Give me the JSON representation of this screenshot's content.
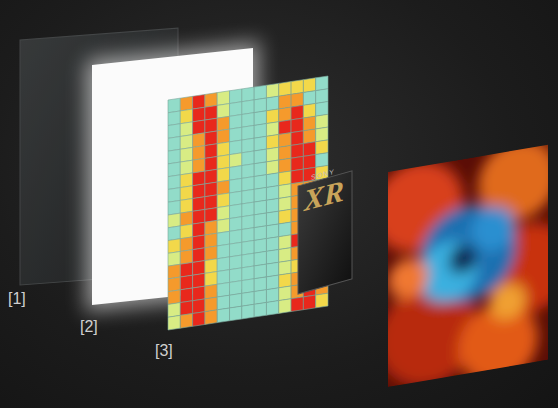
{
  "diagram": {
    "labels": [
      "[1]",
      "[2]",
      "[3]",
      "SONY",
      "XR"
    ]
  }
}
